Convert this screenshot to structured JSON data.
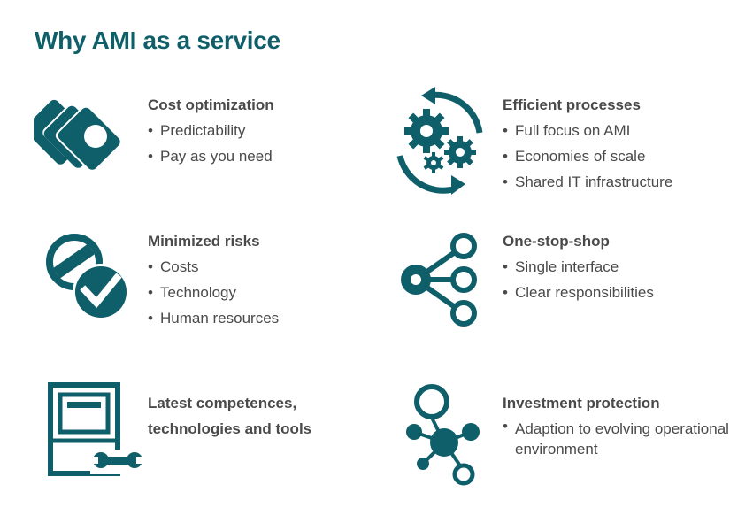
{
  "title": "Why AMI as a service",
  "colors": {
    "accent": "#0f5f6a",
    "text": "#4a4a4a",
    "background": "#ffffff"
  },
  "items": [
    {
      "icon": "money-stack-icon",
      "heading": "Cost optimization",
      "bullets": [
        "Predictability",
        "Pay as you need"
      ]
    },
    {
      "icon": "gears-cycle-icon",
      "heading": "Efficient processes",
      "bullets": [
        "Full focus on AMI",
        "Economies of scale",
        "Shared IT infrastructure"
      ]
    },
    {
      "icon": "risk-check-icon",
      "heading": "Minimized risks",
      "bullets": [
        "Costs",
        "Technology",
        "Human resources"
      ]
    },
    {
      "icon": "share-network-icon",
      "heading": "One-stop-shop",
      "bullets": [
        "Single interface",
        "Clear responsibilities"
      ]
    },
    {
      "icon": "tools-panel-icon",
      "heading": "Latest competences, technologies and tools",
      "bullets": []
    },
    {
      "icon": "hub-network-icon",
      "heading": "Investment protection",
      "bullets": [
        "Adaption to evolving operational environment"
      ]
    }
  ]
}
